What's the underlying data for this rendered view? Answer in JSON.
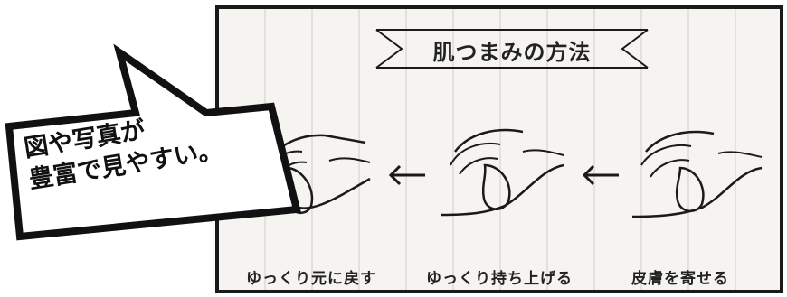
{
  "title": "肌つまみの方法",
  "steps": [
    {
      "label": "ゆっくり元に戻す"
    },
    {
      "label": "ゆっくり持ち上げる"
    },
    {
      "label": "皮膚を寄せる"
    }
  ],
  "callout": {
    "line1": "図や写真が",
    "line2": "豊富で見やすい。"
  },
  "colors": {
    "ink": "#1a1a1a",
    "panel": "#f6f4f1",
    "stripe": "#e4e1dc",
    "bubble": "#ffffff"
  },
  "icons": [
    "left-arrow-icon",
    "hand-pinch-illustration"
  ]
}
